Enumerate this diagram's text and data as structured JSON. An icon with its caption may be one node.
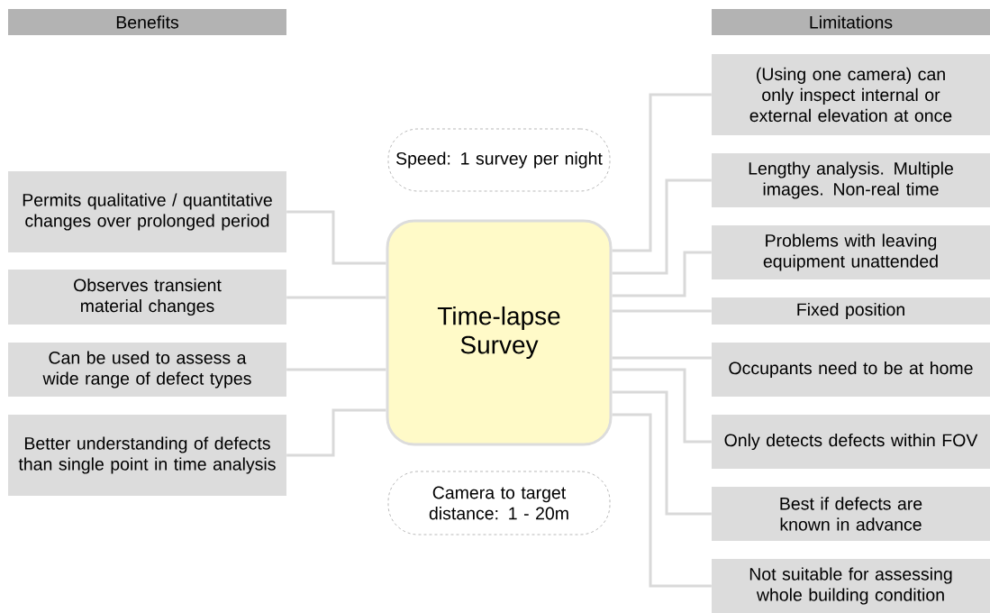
{
  "diagram": {
    "nodes": [
      {
        "text": [
          "Benefits"
        ]
      },
      {
        "text": [
          "Limitations"
        ]
      },
      {
        "text": [
          "Time-lapse Survey"
        ]
      },
      {
        "text": [
          "Speed: 1 survey per night"
        ]
      },
      {
        "text": [
          "Camera to target distance: 1 - 20m"
        ]
      },
      {
        "text": [
          "Permits qualitative / quantitative changes over prolonged period"
        ]
      },
      {
        "text": [
          "Observes transient material changes"
        ]
      },
      {
        "text": [
          "Can be used to assess a wide range of defect types"
        ]
      },
      {
        "text": [
          "Better understanding of defects than single point in time analysis"
        ]
      },
      {
        "text": [
          "(Using one camera) can only inspect internal or external elevation at once"
        ]
      },
      {
        "text": [
          "Lengthy analysis. Multiple images. Non-real time"
        ]
      },
      {
        "text": [
          "Problems with leaving equipment unattended"
        ]
      },
      {
        "text": [
          "Fixed position"
        ]
      },
      {
        "text": [
          "Occupants need to be at home"
        ]
      },
      {
        "text": [
          "Only detects defects within FOV"
        ]
      },
      {
        "text": [
          "Best if defects are known in advance"
        ]
      },
      {
        "text": [
          "Not suitable for assessing whole building condition"
        ]
      }
    ],
    "edges": [
      {
        "from": 2,
        "to": 5,
        "arrow": "none"
      },
      {
        "from": 2,
        "to": 6,
        "arrow": "none"
      },
      {
        "from": 2,
        "to": 7,
        "arrow": "none"
      },
      {
        "from": 2,
        "to": 8,
        "arrow": "none"
      },
      {
        "from": 2,
        "to": 9,
        "arrow": "none"
      },
      {
        "from": 2,
        "to": 10,
        "arrow": "none"
      },
      {
        "from": 2,
        "to": 11,
        "arrow": "none"
      },
      {
        "from": 2,
        "to": 12,
        "arrow": "none"
      },
      {
        "from": 2,
        "to": 13,
        "arrow": "none"
      },
      {
        "from": 2,
        "to": 14,
        "arrow": "none"
      },
      {
        "from": 2,
        "to": 15,
        "arrow": "none"
      },
      {
        "from": 2,
        "to": 16,
        "arrow": "none"
      }
    ]
  }
}
